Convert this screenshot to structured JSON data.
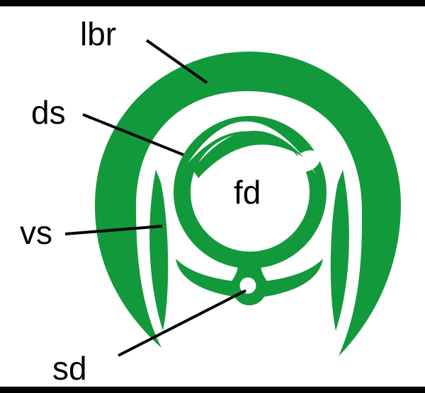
{
  "page": {
    "background": "#ffffff",
    "top_border_color": "#000000",
    "bottom_border_color": "#000000"
  },
  "diagram": {
    "description": "Botanical cross-section diagram in green with labeled parts",
    "color_green": "#12993b",
    "line_color": "#000000",
    "text_color": "#000000",
    "labels": [
      {
        "id": "lbr",
        "text": "lbr"
      },
      {
        "id": "ds",
        "text": "ds"
      },
      {
        "id": "fd",
        "text": "fd"
      },
      {
        "id": "vs",
        "text": "vs"
      },
      {
        "id": "sd",
        "text": "sd"
      }
    ]
  }
}
